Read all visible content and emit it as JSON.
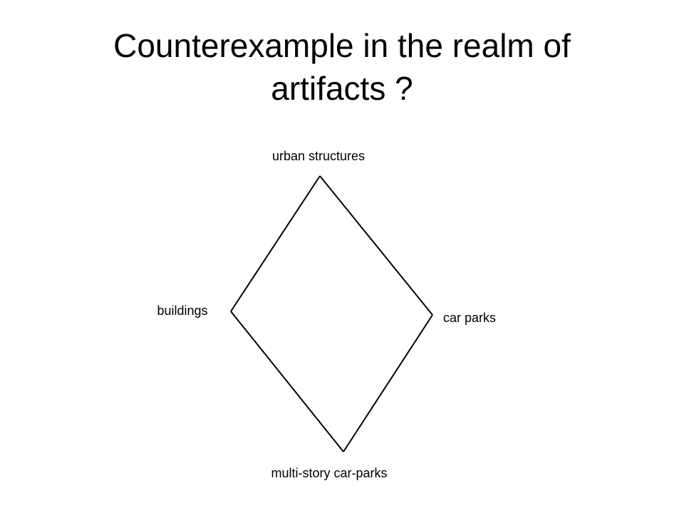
{
  "title": {
    "line1": "Counterexample in the realm of",
    "line2": "artifacts ?"
  },
  "diagram": {
    "nodes": {
      "top": "urban structures",
      "left": "buildings",
      "right": "car parks",
      "bottom": "multi-story car-parks"
    },
    "edges": [
      [
        "top",
        "left"
      ],
      [
        "top",
        "right"
      ],
      [
        "left",
        "bottom"
      ],
      [
        "right",
        "bottom"
      ]
    ]
  }
}
